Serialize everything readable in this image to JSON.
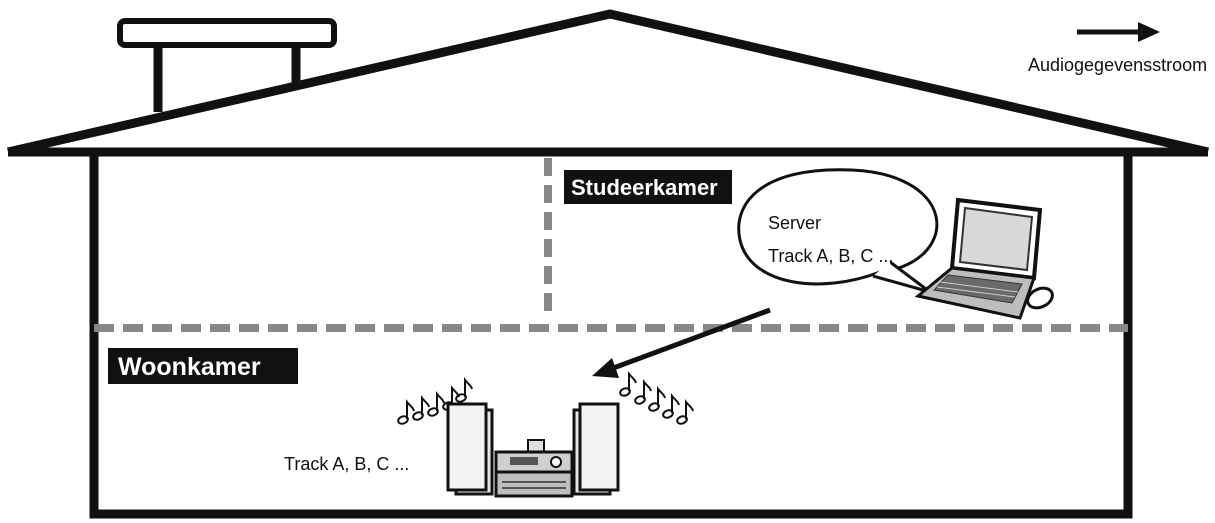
{
  "legend": {
    "label": "Audiogegevensstroom"
  },
  "rooms": {
    "study": {
      "label": "Studeerkamer"
    },
    "living": {
      "label": "Woonkamer"
    }
  },
  "server_bubble": {
    "line1": "Server",
    "line2": "Track A, B, C ..."
  },
  "stereo": {
    "tracks": "Track A, B, C ..."
  },
  "icons": {
    "chimney": "chimney-icon",
    "laptop": "laptop-icon",
    "mouse": "mouse-icon",
    "speaker": "speaker-icon",
    "stereo": "stereo-system-icon",
    "notes": "music-notes-icon",
    "arrow": "arrow-right-icon"
  },
  "colors": {
    "line": "#111111",
    "divider": "#888888",
    "label_bg": "#111111",
    "label_text": "#ffffff"
  }
}
